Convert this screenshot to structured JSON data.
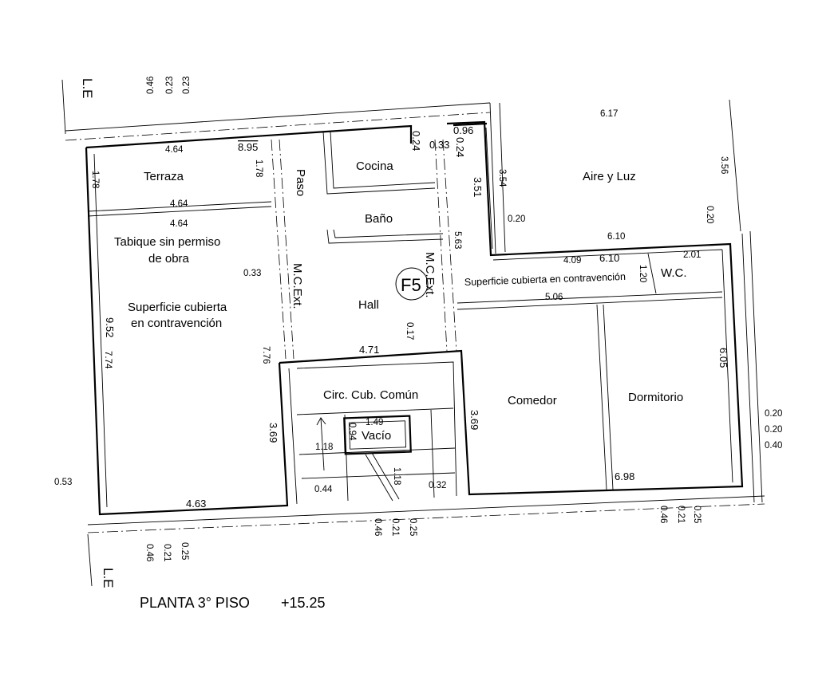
{
  "drawing": {
    "caption": "PLANTA 3° PISO",
    "level": "+15.25",
    "unit_tag": "F5",
    "boundary_label": "L.E"
  },
  "rooms": {
    "terraza": "Terraza",
    "cocina": "Cocina",
    "paso": "Paso",
    "bano": "Baño",
    "aire_luz": "Aire y Luz",
    "tabique_1": "Tabique sin permiso",
    "tabique_2": "de obra",
    "sup_cub_1": "Superficie cubierta",
    "sup_cub_2": "en contravención",
    "hall": "Hall",
    "mcext": "M.C.Ext.",
    "sup_contra": "Superficie cubierta en contravención",
    "wc": "W.C.",
    "circ": "Circ. Cub. Común",
    "vacio": "Vacío",
    "comedor": "Comedor",
    "dormitorio": "Dormitorio"
  },
  "dims": {
    "d046": "0.46",
    "d023": "0.23",
    "d021": "0.21",
    "d025": "0.25",
    "d617": "6.17",
    "d356": "3.56",
    "d020": "0.20",
    "d040": "0.40",
    "d053": "0.53",
    "d464": "4.64",
    "d895": "8.95",
    "d178": "1.78",
    "d024": "0.24",
    "d033": "0.33",
    "d096": "0.96",
    "d351": "3.51",
    "d354": "3.54",
    "d610": "6.10",
    "d409": "4.09",
    "d201": "2.01",
    "d120": "1.20",
    "d563": "5.63",
    "d506": "5.06",
    "d952": "9.52",
    "d774": "7.74",
    "d776": "7.76",
    "d017": "0.17",
    "d471": "4.71",
    "d369": "3.69",
    "d149": "1.49",
    "d094": "0.94",
    "d118": "1.18",
    "d044": "0.44",
    "d032": "0.32",
    "d463": "4.63",
    "d605": "6.05",
    "d698": "6.98"
  }
}
